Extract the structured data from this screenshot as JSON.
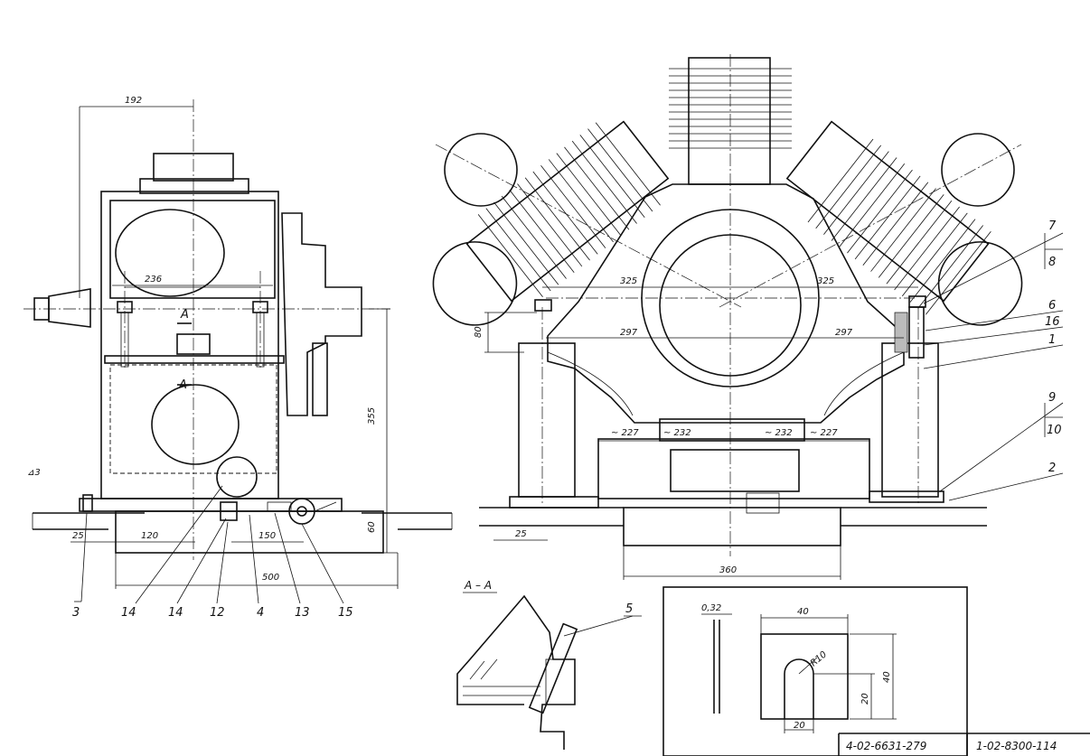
{
  "dimensions": {
    "left_view": {
      "d192": "192",
      "d236": "236",
      "d355": "355",
      "d60": "60",
      "d25": "25",
      "d120": "120",
      "d150": "150",
      "d500": "500",
      "weld": "⊿3"
    },
    "right_view": {
      "d325_left": "325",
      "d325_right": "325",
      "d297_left": "297",
      "d297_right": "297",
      "d80": "80",
      "d227_left": "~ 227",
      "d227_right": "~ 227",
      "d232_left": "~ 232",
      "d232_right": "~ 232",
      "d25": "25",
      "d360": "360"
    },
    "detail": {
      "d032": "0,32",
      "d40_top": "40",
      "d40_side": "40",
      "d20_side": "20",
      "d20_bottom": "20",
      "r10": "R10"
    }
  },
  "section_labels": {
    "cut_top": "A",
    "cut_bottom": "A",
    "section_title": "A – A"
  },
  "part_numbers": {
    "left": [
      "3",
      "14",
      "14",
      "12",
      "4",
      "13",
      "15"
    ],
    "right": [
      "7",
      "8",
      "6",
      "16",
      "1",
      "9",
      "10",
      "2"
    ],
    "section": "5"
  },
  "title_block": {
    "doc_code_1": "4-02-6631-279",
    "doc_code_2": "1-02-8300-114"
  }
}
